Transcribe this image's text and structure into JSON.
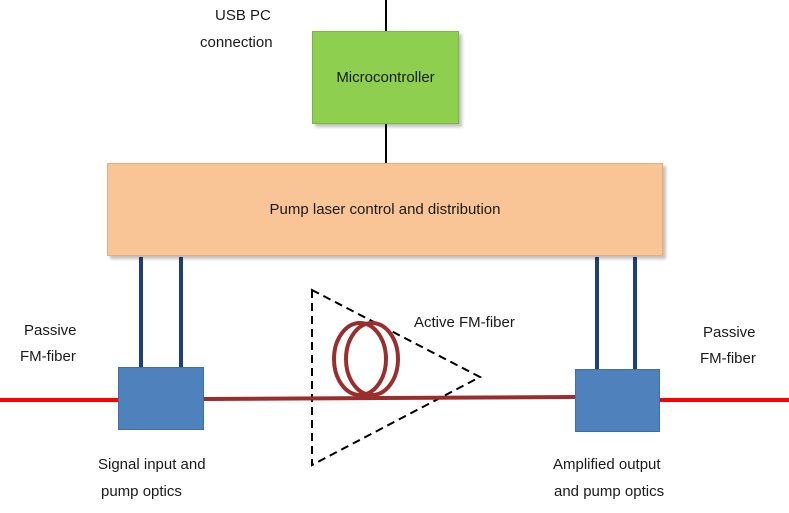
{
  "labels": {
    "usb_line1": "USB PC",
    "usb_line2": "connection",
    "microcontroller": "Microcontroller",
    "pump_control": "Pump laser control and distribution",
    "passive_left_line1": "Passive",
    "passive_left_line2": "FM-fiber",
    "passive_right_line1": "Passive",
    "passive_right_line2": "FM-fiber",
    "active_fiber": "Active FM-fiber",
    "signal_input_line1": "Signal input and",
    "signal_input_line2": "pump optics",
    "amplified_output_line1": "Amplified output",
    "amplified_output_line2": "and pump optics"
  },
  "colors": {
    "microcontroller_fill": "#8fcf4f",
    "pump_fill": "#f9c596",
    "optics_fill": "#4f81bd",
    "passive_fiber": "#ff0000",
    "active_fiber": "#9b2d2d",
    "pump_lines": "#1f3f7a"
  }
}
